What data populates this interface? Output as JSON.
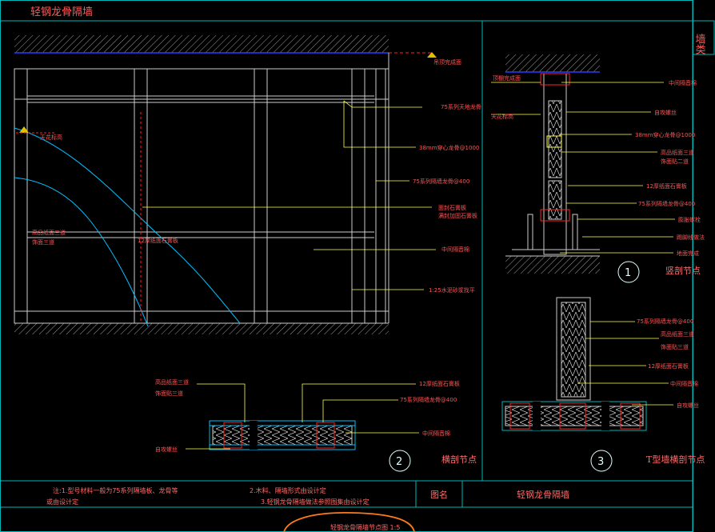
{
  "header": {
    "title": "轻钢龙骨隔墙",
    "side_tab": "墙类"
  },
  "elevation": {
    "labels": {
      "top_ceiling": "吊顶完成面",
      "sky": "75系列天地龙骨",
      "chan": "38mm穿心龙骨@1000",
      "stud": "75系列隔墙龙骨@400",
      "board_hidden": "面封石膏板",
      "wall_cover": "满封加固石膏板",
      "hatch_left": "高品纸面三道",
      "hatch_left2": "饰面三道",
      "plaster_12": "12厚纸面石膏板",
      "finish_face": "中间隔音棉",
      "floor": "1:25水泥砂浆找平",
      "left_mark": "天花标高"
    }
  },
  "detail1": {
    "number": "1",
    "caption": "竖剖节点",
    "labels": {
      "left1": "顶棚完成面",
      "left2": "天花标高",
      "r1": "中间隔音棉",
      "r2": "自攻螺丝",
      "r3": "38mm穿心龙骨@1000",
      "r4": "高品纸面三道",
      "r4b": "饰面贴二道",
      "r5": "12厚纸面石膏板",
      "r6": "75系列隔墙龙骨@400",
      "r7": "膨胀螺栓",
      "r8": "踢脚线做法",
      "r9": "地面完成"
    }
  },
  "detail2": {
    "number": "2",
    "caption": "横剖节点",
    "labels": {
      "l1": "高品纸面三道",
      "l1b": "饰面贴三道",
      "l2": "自攻螺丝",
      "r1": "12厚纸面石膏板",
      "r2": "75系列隔墙龙骨@400",
      "r3": "中间隔音棉"
    }
  },
  "detail3": {
    "number": "3",
    "caption": "T型墙横剖节点",
    "labels": {
      "r1": "75系列隔墙龙骨@400",
      "r2": "高品纸面三道",
      "r2b": "饰面贴三道",
      "r3": "12厚纸面石膏板",
      "r4": "中间隔音棉",
      "r5": "自攻螺丝"
    }
  },
  "footer": {
    "note1": "注:1.型号材料一般为75系列隔墙板、龙骨等",
    "note1b": "或由设计定",
    "note2": "2.木料、隔墙形式由设计定",
    "note3": "3.轻钢龙骨隔墙做法参照图集由设计定",
    "name_label": "图名",
    "name_value": "轻钢龙骨隔墙",
    "bottom_caption": "轻钢龙骨隔墙节点图 1:5"
  },
  "colors": {
    "frame": "#00b8b8",
    "yellow": "#ffff44",
    "red": "#ff2222",
    "white": "#e8e8e8",
    "blue": "#2a3cff",
    "orange": "#ff7a1a"
  }
}
